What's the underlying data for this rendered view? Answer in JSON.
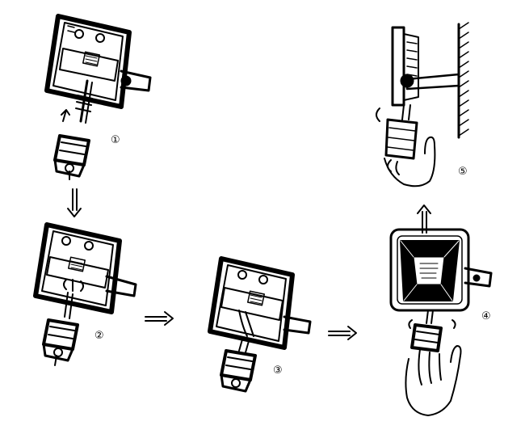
{
  "diagram": {
    "steps": [
      {
        "label": "①"
      },
      {
        "label": "②"
      },
      {
        "label": "③"
      },
      {
        "label": "④"
      },
      {
        "label": "⑤"
      }
    ],
    "arrows": [
      {
        "from": "①",
        "to": "②",
        "direction": "down"
      },
      {
        "from": "②",
        "to": "③",
        "direction": "right"
      },
      {
        "from": "③",
        "to": "④",
        "direction": "right"
      },
      {
        "from": "④",
        "to": "⑤",
        "direction": "up"
      }
    ],
    "colors": {
      "ink": "#000000",
      "background": "#ffffff"
    }
  }
}
